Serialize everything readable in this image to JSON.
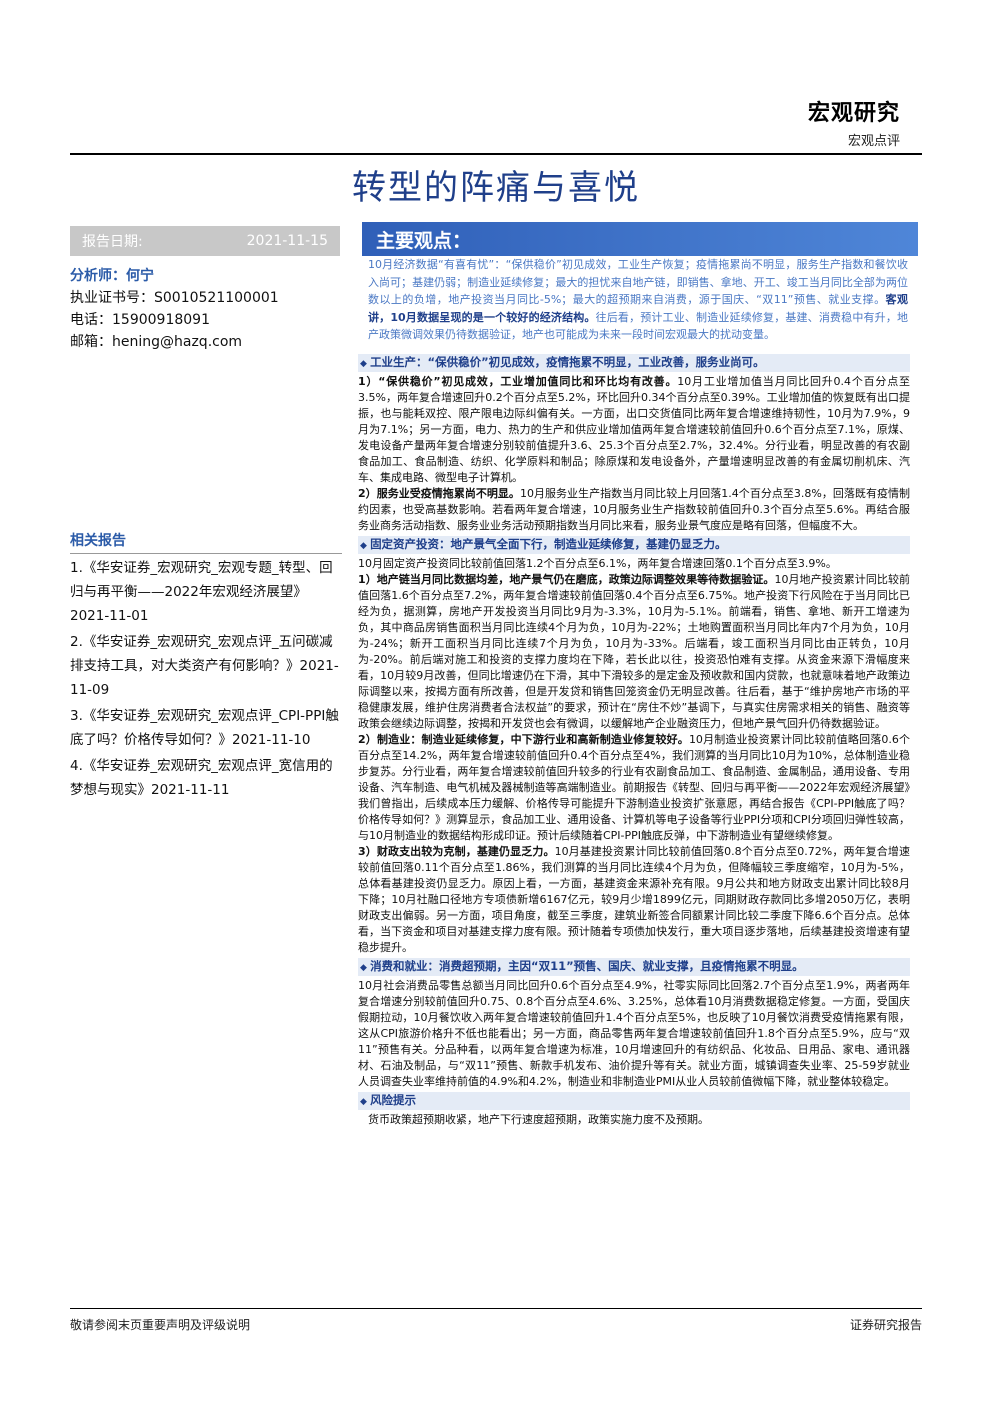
{
  "header": {
    "category": "宏观研究",
    "subcategory": "宏观点评"
  },
  "title": "转型的阵痛与喜悦",
  "report": {
    "date_label": "报告日期:",
    "date": "2021-11-15"
  },
  "analyst": {
    "name_line": "分析师：何宁",
    "license": "执业证书号：S0010521100001",
    "phone": "电话：15900918091",
    "email": "邮箱：hening@hazq.com"
  },
  "related": {
    "heading": "相关报告",
    "items": [
      "1.《华安证券_宏观研究_宏观专题_转型、回归与再平衡——2022年宏观经济展望》2021-11-01",
      "2.《华安证券_宏观研究_宏观点评_五问碳减排支持工具，对大类资产有何影响？》2021-11-09",
      "3.《华安证券_宏观研究_宏观点评_CPI-PPI触底了吗？价格传导如何？》2021-11-10",
      "4.《华安证券_宏观研究_宏观点评_宽信用的梦想与现实》2021-11-11"
    ]
  },
  "main": {
    "heading": "主要观点：",
    "summary": "10月经济数据“有喜有忧”：“保供稳价”初见成效，工业生产恢复；疫情拖累尚不明显，服务生产指数和餐饮收入尚可；基建仍弱；制造业延续修复；最大的担忧来自地产链，即销售、拿地、开工、竣工当月同比全部为两位数以上的负增，地产投资当月同比-5%；最大的超预期来自消费，源于国庆、“双11”预售、就业支撑。",
    "summary_bold": "客观讲，10月数据呈现的是一个较好的经济结构。",
    "summary_tail": "往后看，预计工业、制造业延续修复，基建、消费稳中有升，地产政策微调效果仍待数据验证，地产也可能成为未来一段时间宏观最大的扰动变量。"
  },
  "sections": {
    "s1_title": "工业生产：“保供稳价”初见成效，疫情拖累不明显，工业改善，服务业尚可。",
    "s1_p1_bold": "1）“保供稳价”初见成效，工业增加值同比和环比均有改善。",
    "s1_p1": "10月工业增加值当月同比回升0.4个百分点至3.5%，两年复合增速回升0.2个百分点至5.2%，环比回升0.34个百分点至0.39%。工业增加值的恢复既有出口提振，也与能耗双控、限产限电边际纠偏有关。一方面，出口交货值同比两年复合增速维持韧性，10月为7.9%，9月为7.1%；另一方面，电力、热力的生产和供应业增加值两年复合增速较前值回升0.6个百分点至7.1%，原煤、发电设备产量两年复合增速分别较前值提升3.6、25.3个百分点至2.7%，32.4%。分行业看，明显改善的有农副食品加工、食品制造、纺织、化学原料和制品；除原煤和发电设备外，产量增速明显改善的有金属切削机床、汽车、集成电路、微型电子计算机。",
    "s1_p2_bold": "2）服务业受疫情拖累尚不明显。",
    "s1_p2": "10月服务业生产指数当月同比较上月回落1.4个百分点至3.8%，回落既有疫情制约因素，也受高基数影响。若看两年复合增速，10月服务业生产指数较前值回升0.3个百分点至5.6%。再结合服务业商务活动指数、服务业业务活动预期指数当月同比来看，服务业景气度应是略有回落，但幅度不大。",
    "s2_title": "固定资产投资：地产景气全面下行，制造业延续修复，基建仍显乏力。",
    "s2_intro": "10月固定资产投资同比较前值回落1.2个百分点至6.1%，两年复合增速回落0.1个百分点至3.9%。",
    "s2_p1_bold": "1）地产链当月同比数据均差，地产景气仍在磨底，政策边际调整效果等待数据验证。",
    "s2_p1": "10月地产投资累计同比较前值回落1.6个百分点至7.2%，两年复合增速较前值回落0.4个百分点至6.75%。地产投资下行风险在于当月同比已经为负，据测算，房地产开发投资当月同比9月为-3.3%，10月为-5.1%。前端看，销售、拿地、新开工增速为负，其中商品房销售面积当月同比连续4个月为负，10月为-22%；土地购置面积当月同比年内7个月为负，10月为-24%；新开工面积当月同比连续7个月为负，10月为-33%。后端看，竣工面积当月同比由正转负，10月为-20%。前后端对施工和投资的支撑力度均在下降，若长此以往，投资恐怕难有支撑。从资金来源下滑幅度来看，10月较9月改善，但同比增速仍在下滑，其中下滑较多的是定金及预收款和国内贷款，也就意味着地产政策边际调整以来，按揭方面有所改善，但是开发贷和销售回笼资金仍无明显改善。往后看，基于“维护房地产市场的平稳健康发展，维护住房消费者合法权益”的要求，预计在“房住不炒”基调下，与真实住房需求相关的销售、融资等政策会继续边际调整，按揭和开发贷也会有微调，以缓解地产企业融资压力，但地产景气回升仍待数据验证。",
    "s2_p2_bold": "2）制造业：制造业延续修复，中下游行业和高新制造业修复较好。",
    "s2_p2": "10月制造业投资累计同比较前值略回落0.6个百分点至14.2%，两年复合增速较前值回升0.4个百分点至4%，我们测算的当月同比10月为10%，总体制造业稳步复苏。分行业看，两年复合增速较前值回升较多的行业有农副食品加工、食品制造、金属制品，通用设备、专用设备、汽车制造、电气机械及器械制造等高端制造业。前期报告《转型、回归与再平衡——2022年宏观经济展望》我们曾指出，后续成本压力缓解、价格传导可能提升下游制造业投资扩张意愿，再结合报告《CPI-PPI触底了吗？价格传导如何？》测算显示，食品加工业、通用设备、计算机等电子设备等行业PPI分项和CPI分项回归弹性较高，与10月制造业的数据结构形成印证。预计后续随着CPI-PPI触底反弹，中下游制造业有望继续修复。",
    "s2_p3_bold": "3）财政支出较为克制，基建仍显乏力。",
    "s2_p3": "10月基建投资累计同比较前值回落0.8个百分点至0.72%，两年复合增速较前值回落0.11个百分点至1.86%，我们测算的当月同比连续4个月为负，但降幅较三季度缩窄，10月为-5%，总体看基建投资仍显乏力。原因上看，一方面，基建资金来源补充有限。9月公共和地方财政支出累计同比较8月下降；10月社融口径地方专项债新增6167亿元，较9月少增1899亿元，同期财政存款同比多增2050万亿，表明财政支出偏弱。另一方面，项目角度，截至三季度，建筑业新签合同额累计同比较二季度下降6.6个百分点。总体看，当下资金和项目对基建支撑力度有限。预计随着专项债加快发行，重大项目逐步落地，后续基建投资增速有望稳步提升。",
    "s3_title": "消费和就业：消费超预期，主因“双11”预售、国庆、就业支撑，且疫情拖累不明显。",
    "s3_p1": "10月社会消费品零售总额当月同比回升0.6个百分点至4.9%，社零实际同比回落2.7个百分点至1.9%，两者两年复合增速分别较前值回升0.75、0.8个百分点至4.6%、3.25%，总体看10月消费数据稳定修复。一方面，受国庆假期拉动，10月餐饮收入两年复合增速较前值回升1.4个百分点至5%，也反映了10月餐饮消费受疫情拖累有限，这从CPI旅游价格升不低也能看出；另一方面，商品零售两年复合增速较前值回升1.8个百分点至5.9%，应与“双11”预售有关。分品种看，以两年复合增速为标准，10月增速回升的有纺织品、化妆品、日用品、家电、通讯器材、石油及制品，与“双11”预售、新款手机发布、油价提升等有关。就业方面，城镇调查失业率、25-59岁就业人员调查失业率维持前值的4.9%和4.2%，制造业和非制造业PMI从业人员较前值微幅下降，就业整体较稳定。",
    "risk_title": "风险提示",
    "risk_text": "货币政策超预期收紧，地产下行速度超预期，政策实施力度不及预期。"
  },
  "footer": {
    "left": "敬请参阅末页重要声明及评级说明",
    "right": "证券研究报告"
  }
}
